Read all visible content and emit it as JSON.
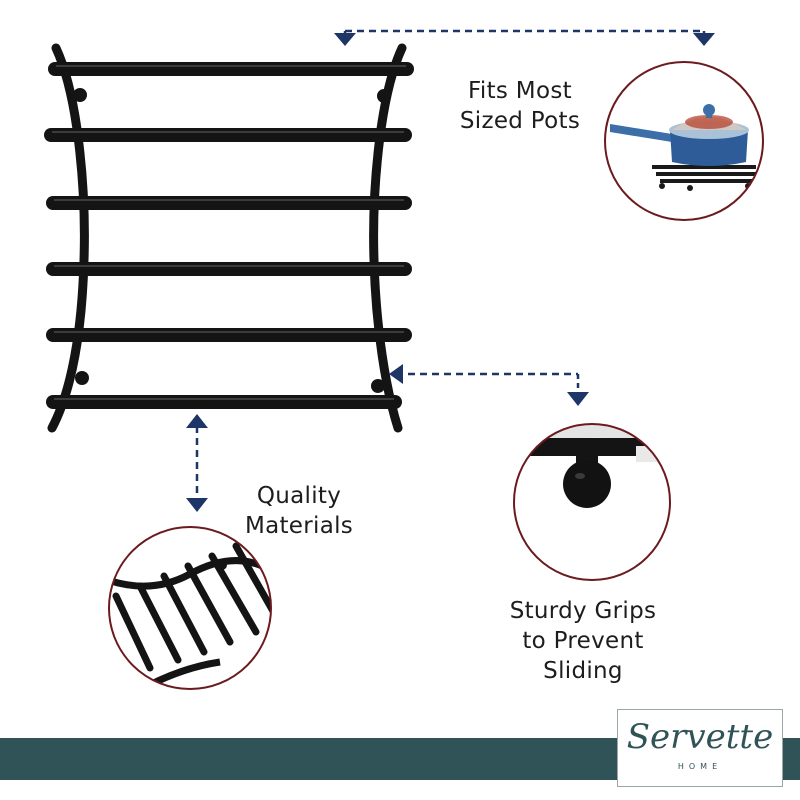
{
  "callouts": {
    "pots": "Fits Most\nSized Pots",
    "materials": "Quality\nMaterials",
    "grips": "Sturdy Grips\nto Prevent\nSliding"
  },
  "brand": {
    "name": "Servette",
    "sub": "HOME"
  },
  "colors": {
    "arrow": "#1e3567",
    "circle_border": "#6b1a1d",
    "band": "#2f5356",
    "rack": "#141414",
    "text": "#1d1d1d"
  },
  "icons": [
    "trivet-rack-illustration",
    "pot-on-trivet-icon",
    "grip-foot-icon",
    "rack-closeup-icon",
    "dashed-double-arrow"
  ]
}
